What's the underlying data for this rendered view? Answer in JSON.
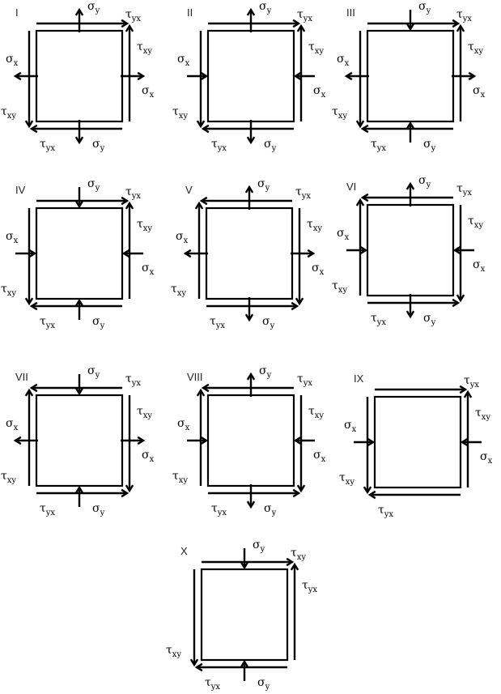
{
  "symbols": {
    "sigma_x": [
      "σ",
      "x"
    ],
    "sigma_y": [
      "σ",
      "y"
    ],
    "tau_xy": [
      "τ",
      "xy"
    ],
    "tau_yx": [
      "τ",
      "yx"
    ]
  },
  "colors": {
    "stroke": "#000000",
    "square_fill": "#ffffff"
  },
  "elements": [
    {
      "roman": "I",
      "sigma_y": {
        "top": "out",
        "bottom": "out",
        "label_top": true,
        "label_bottom": true
      },
      "sigma_x": {
        "left": "out",
        "right": "out",
        "label_left": true,
        "label_right": true
      },
      "tau_top": "right",
      "tau_bottom": "left",
      "tau_left": "down",
      "tau_right": "up",
      "labels": {
        "tau_top": "tau_yx",
        "tau_bottom": "tau_yx",
        "tau_left": "tau_xy",
        "tau_right": "tau_xy"
      }
    },
    {
      "roman": "II",
      "sigma_y": {
        "top": "out",
        "bottom": "out",
        "label_top": true,
        "label_bottom": true
      },
      "sigma_x": {
        "left": "in",
        "right": "in",
        "label_left": true,
        "label_right": true
      },
      "tau_top": "right",
      "tau_bottom": "left",
      "tau_left": "down",
      "tau_right": "up",
      "labels": {
        "tau_top": "tau_yx",
        "tau_bottom": "tau_yx",
        "tau_left": "tau_xy",
        "tau_right": "tau_xy"
      }
    },
    {
      "roman": "III",
      "sigma_y": {
        "top": "in",
        "bottom": "in",
        "label_top": true,
        "label_bottom": true
      },
      "sigma_x": {
        "left": "out",
        "right": "out",
        "label_left": true,
        "label_right": true
      },
      "tau_top": "right",
      "tau_bottom": "left",
      "tau_left": "down",
      "tau_right": "up",
      "labels": {
        "tau_top": "tau_yx",
        "tau_bottom": "tau_yx",
        "tau_left": "tau_xy",
        "tau_right": "tau_xy"
      }
    },
    {
      "roman": "IV",
      "sigma_y": {
        "top": "in",
        "bottom": "in",
        "label_top": true,
        "label_bottom": true
      },
      "sigma_x": {
        "left": "in",
        "right": "in",
        "label_left": true,
        "label_right": true
      },
      "tau_top": "right",
      "tau_bottom": "left",
      "tau_left": "down",
      "tau_right": "up",
      "labels": {
        "tau_top": "tau_yx",
        "tau_bottom": "tau_yx",
        "tau_left": "tau_xy",
        "tau_right": "tau_xy"
      }
    },
    {
      "roman": "V",
      "sigma_y": {
        "top": "out",
        "bottom": "out",
        "label_top": true,
        "label_bottom": true
      },
      "sigma_x": {
        "left": "out",
        "right": "out",
        "label_left": true,
        "label_right": true
      },
      "tau_top": "left",
      "tau_bottom": "right",
      "tau_left": "up",
      "tau_right": "down",
      "labels": {
        "tau_top": "tau_yx",
        "tau_bottom": "tau_yx",
        "tau_left": "tau_xy",
        "tau_right": "tau_xy"
      }
    },
    {
      "roman": "VI",
      "sigma_y": {
        "top": "out",
        "bottom": "out",
        "label_top": true,
        "label_bottom": true
      },
      "sigma_x": {
        "left": "in",
        "right": "in",
        "label_left": true,
        "label_right": true
      },
      "tau_top": "left",
      "tau_bottom": "right",
      "tau_left": "up",
      "tau_right": "down",
      "labels": {
        "tau_top": "tau_yx",
        "tau_bottom": "tau_yx",
        "tau_left": "tau_xy",
        "tau_right": "tau_xy"
      }
    },
    {
      "roman": "VII",
      "sigma_y": {
        "top": "in",
        "bottom": "in",
        "label_top": true,
        "label_bottom": true
      },
      "sigma_x": {
        "left": "out",
        "right": "out",
        "label_left": true,
        "label_right": true
      },
      "tau_top": "left",
      "tau_bottom": "right",
      "tau_left": "up",
      "tau_right": "down",
      "labels": {
        "tau_top": "tau_yx",
        "tau_bottom": "tau_yx",
        "tau_left": "tau_xy",
        "tau_right": "tau_xy"
      }
    },
    {
      "roman": "VIII",
      "sigma_y": {
        "top": "out",
        "bottom": "out",
        "label_top": true,
        "label_bottom": true
      },
      "sigma_x": {
        "left": "in",
        "right": "in",
        "label_left": true,
        "label_right": true
      },
      "tau_top": "left",
      "tau_bottom": "right",
      "tau_left": "up",
      "tau_right": "down",
      "labels": {
        "tau_top": "tau_yx",
        "tau_bottom": "tau_yx",
        "tau_left": "tau_xy",
        "tau_right": "tau_xy"
      }
    },
    {
      "roman": "IX",
      "sigma_y": {
        "top": "none",
        "bottom": "none",
        "label_top": false,
        "label_bottom": false
      },
      "sigma_x": {
        "left": "in",
        "right": "in",
        "label_left": true,
        "label_right": true
      },
      "tau_top": "right",
      "tau_bottom": "left",
      "tau_left": "down",
      "tau_right": "up",
      "labels": {
        "tau_top": "tau_yx",
        "tau_bottom": "tau_yx",
        "tau_left": "tau_xy",
        "tau_right": "tau_xy"
      }
    },
    {
      "roman": "X",
      "sigma_y": {
        "top": "in",
        "bottom": "in",
        "label_top": true,
        "label_bottom": true
      },
      "sigma_x": {
        "left": "none",
        "right": "none",
        "label_left": false,
        "label_right": false
      },
      "tau_top": "right",
      "tau_bottom": "left",
      "tau_left": "down",
      "tau_right": "up",
      "labels": {
        "tau_top": "tau_xy",
        "tau_bottom": "tau_yx",
        "tau_left": "tau_xy",
        "tau_right": "tau_yx"
      }
    }
  ]
}
